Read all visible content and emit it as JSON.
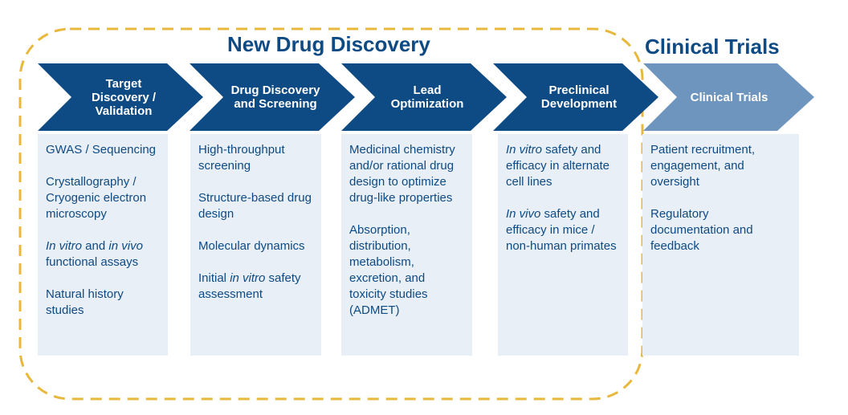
{
  "titles": {
    "discovery": "New Drug Discovery",
    "clinical": "Clinical Trials"
  },
  "colors": {
    "navy": "#0e4a84",
    "light_blue": "#6d95be",
    "box_fill": "#e8eff6",
    "dashed_border": "#e8b83d",
    "text": "#0e4a84"
  },
  "stages": [
    {
      "label": "Target\nDiscovery /\nValidation",
      "items": [
        [
          {
            "t": "GWAS / Sequencing"
          }
        ],
        [
          {
            "t": "Crystallography / Cryogenic electron microscopy"
          }
        ],
        [
          {
            "t": "In vitro",
            "i": true
          },
          {
            "t": " and "
          },
          {
            "t": "in vivo",
            "i": true
          },
          {
            "t": " functional assays"
          }
        ],
        [
          {
            "t": "Natural history studies"
          }
        ]
      ]
    },
    {
      "label": "Drug Discovery\nand Screening",
      "items": [
        [
          {
            "t": "High-throughput screening"
          }
        ],
        [
          {
            "t": "Structure-based drug design"
          }
        ],
        [
          {
            "t": "Molecular dynamics"
          }
        ],
        [
          {
            "t": "Initial "
          },
          {
            "t": "in vitro",
            "i": true
          },
          {
            "t": " safety assessment"
          }
        ]
      ]
    },
    {
      "label": "Lead\nOptimization",
      "items": [
        [
          {
            "t": "Medicinal chemistry and/or rational drug design to optimize drug-like properties"
          }
        ],
        [
          {
            "t": "Absorption, distribution, metabolism, excretion, and toxicity studies (ADMET)"
          }
        ]
      ]
    },
    {
      "label": "Preclinical\nDevelopment",
      "items": [
        [
          {
            "t": "In vitro",
            "i": true
          },
          {
            "t": " safety and efficacy in alternate cell lines"
          }
        ],
        [
          {
            "t": "In vivo",
            "i": true
          },
          {
            "t": " safety and efficacy in mice / non-human primates"
          }
        ]
      ]
    },
    {
      "label": "Clinical Trials",
      "items": [
        [
          {
            "t": "Patient recruitment, engagement, and oversight"
          }
        ],
        [
          {
            "t": "Regulatory documentation and feedback"
          }
        ]
      ]
    }
  ]
}
